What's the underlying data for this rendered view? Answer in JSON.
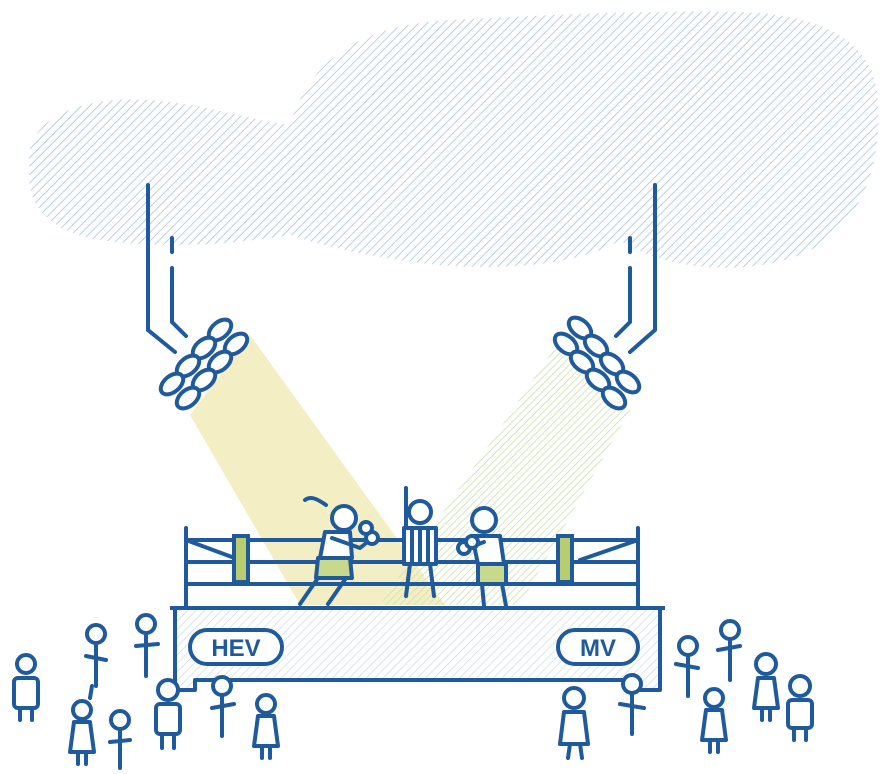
{
  "labels": {
    "left_side": "HEV",
    "right_side": "MV"
  },
  "colors": {
    "ink": "#1e5a9c",
    "cloud_hatch": "#a9c4dc",
    "left_beam": "#f4eec4",
    "right_beam": "#cfe0a8",
    "left_shorts": "#c8d98c",
    "right_shorts": "#c8d98c",
    "corner_pad": "#b8cc70",
    "skirt_hatch": "#c9d9e6"
  },
  "icons": {
    "cloud": "cloud-shape",
    "spotlight": "stadium-light-icon",
    "ring": "boxing-ring-icon",
    "boxer": "boxer-icon",
    "referee": "referee-icon",
    "spectator": "person-icon"
  }
}
